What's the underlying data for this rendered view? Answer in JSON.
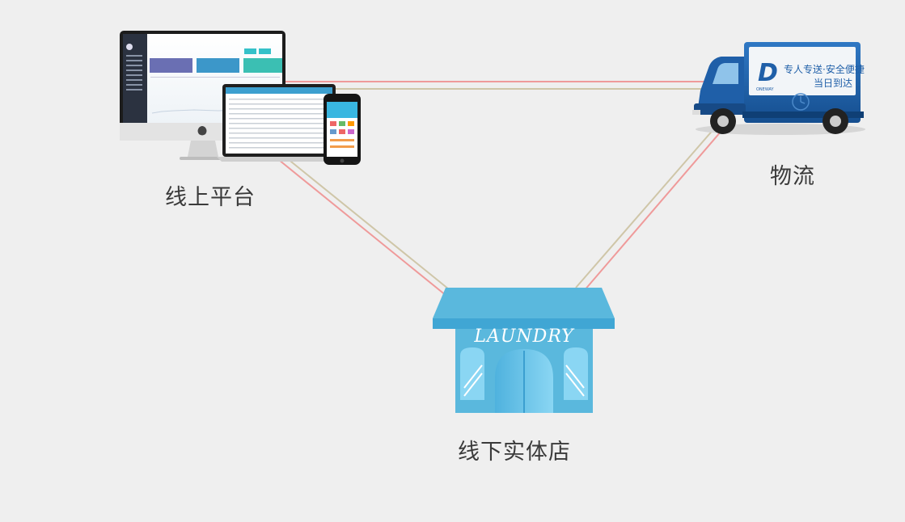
{
  "nodes": {
    "online_platform": {
      "label": "线上平台"
    },
    "logistics": {
      "label": "物流"
    },
    "offline_store": {
      "label": "线下实体店",
      "sign_text": "LAUNDRY"
    }
  },
  "truck": {
    "slogan_line1": "专人专送·安全便捷",
    "slogan_line2": "当日到达",
    "logo_letter": "D",
    "logo_subtext": "ONEWAY"
  },
  "colors": {
    "background": "#efefef",
    "link_red": "#ef9a9a",
    "link_tan": "#cfc6a8",
    "store_blue": "#5ab8dd",
    "truck_blue": "#1f5fa8"
  }
}
